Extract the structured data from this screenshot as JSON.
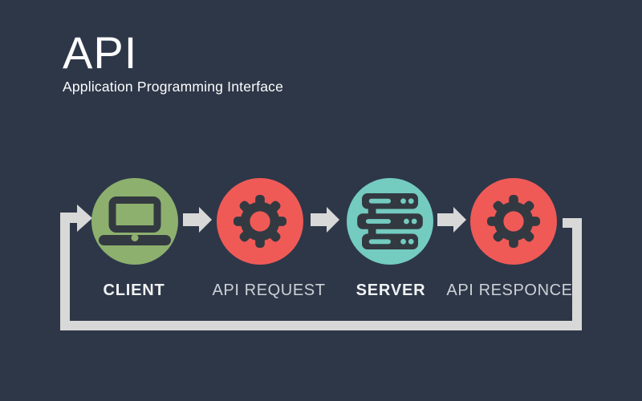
{
  "title": "API",
  "subtitle": "Application Programming Interface",
  "colors": {
    "background": "#2d3748",
    "title_color": "#fdfdfd",
    "client": "#8db06e",
    "request": "#ef5a57",
    "server": "#74cbc0",
    "response": "#ef5a57",
    "icon": "#333940",
    "arrow": "#d8d8d8",
    "label_primary": "#f0f2f3",
    "label_secondary": "#cdd1d6"
  },
  "nodes": [
    {
      "id": "client",
      "label": "CLIENT",
      "icon": "laptop-icon",
      "color": "#8db06e",
      "emphasis": true
    },
    {
      "id": "api-request",
      "label": "API REQUEST",
      "icon": "gear-icon",
      "color": "#ef5a57",
      "emphasis": false
    },
    {
      "id": "server",
      "label": "SERVER",
      "icon": "server-icon",
      "color": "#74cbc0",
      "emphasis": true
    },
    {
      "id": "api-response",
      "label": "API RESPONCE",
      "icon": "gear-icon",
      "color": "#ef5a57",
      "emphasis": false
    }
  ],
  "flow": {
    "forward_arrow_icon": "right-block-arrow-icon",
    "loop_arrow_icon": "feedback-loop-arrow-icon",
    "direction": "client → api request → server → api responce → back to client"
  }
}
